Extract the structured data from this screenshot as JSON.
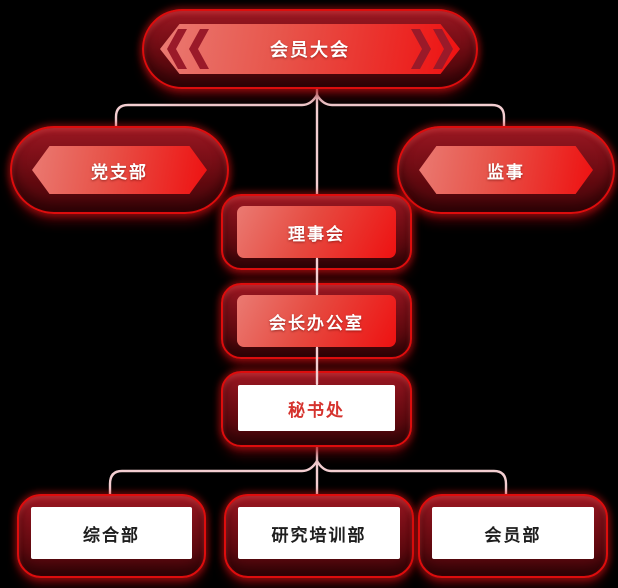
{
  "diagram": {
    "type": "org-chart",
    "background": "#000000",
    "colors": {
      "shell_fill": "#7c0e15",
      "shell_border": "#dd0d0d",
      "node_gradient_start": "#ea7a72",
      "node_gradient_end": "#ee1111",
      "chevron": "#9a1a29",
      "connector": "#f3ced1",
      "white_node_bg": "#ffffff",
      "secretariat_text": "#d5332e",
      "department_text": "#1e1e1e",
      "node_text": "#ffffff"
    },
    "nodes": [
      {
        "id": "member-congress",
        "label": "会员大会",
        "level": 1,
        "shape": "chevron-banner"
      },
      {
        "id": "party-branch",
        "label": "党支部",
        "level": 2,
        "shape": "hexagon"
      },
      {
        "id": "supervisors",
        "label": "监事",
        "level": 2,
        "shape": "hexagon"
      },
      {
        "id": "council",
        "label": "理事会",
        "level": 3,
        "shape": "rounded-rect"
      },
      {
        "id": "president-office",
        "label": "会长办公室",
        "level": 4,
        "shape": "rounded-rect"
      },
      {
        "id": "secretariat",
        "label": "秘书处",
        "level": 5,
        "shape": "white-rect"
      },
      {
        "id": "general-dept",
        "label": "综合部",
        "level": 6,
        "shape": "white-rect"
      },
      {
        "id": "research-training-dept",
        "label": "研究培训部",
        "level": 6,
        "shape": "white-rect"
      },
      {
        "id": "membership-dept",
        "label": "会员部",
        "level": 6,
        "shape": "white-rect"
      }
    ],
    "edges": [
      {
        "from": "member-congress",
        "to": "party-branch"
      },
      {
        "from": "member-congress",
        "to": "supervisors"
      },
      {
        "from": "member-congress",
        "to": "council"
      },
      {
        "from": "council",
        "to": "president-office"
      },
      {
        "from": "president-office",
        "to": "secretariat"
      },
      {
        "from": "secretariat",
        "to": "general-dept"
      },
      {
        "from": "secretariat",
        "to": "research-training-dept"
      },
      {
        "from": "secretariat",
        "to": "membership-dept"
      }
    ]
  }
}
